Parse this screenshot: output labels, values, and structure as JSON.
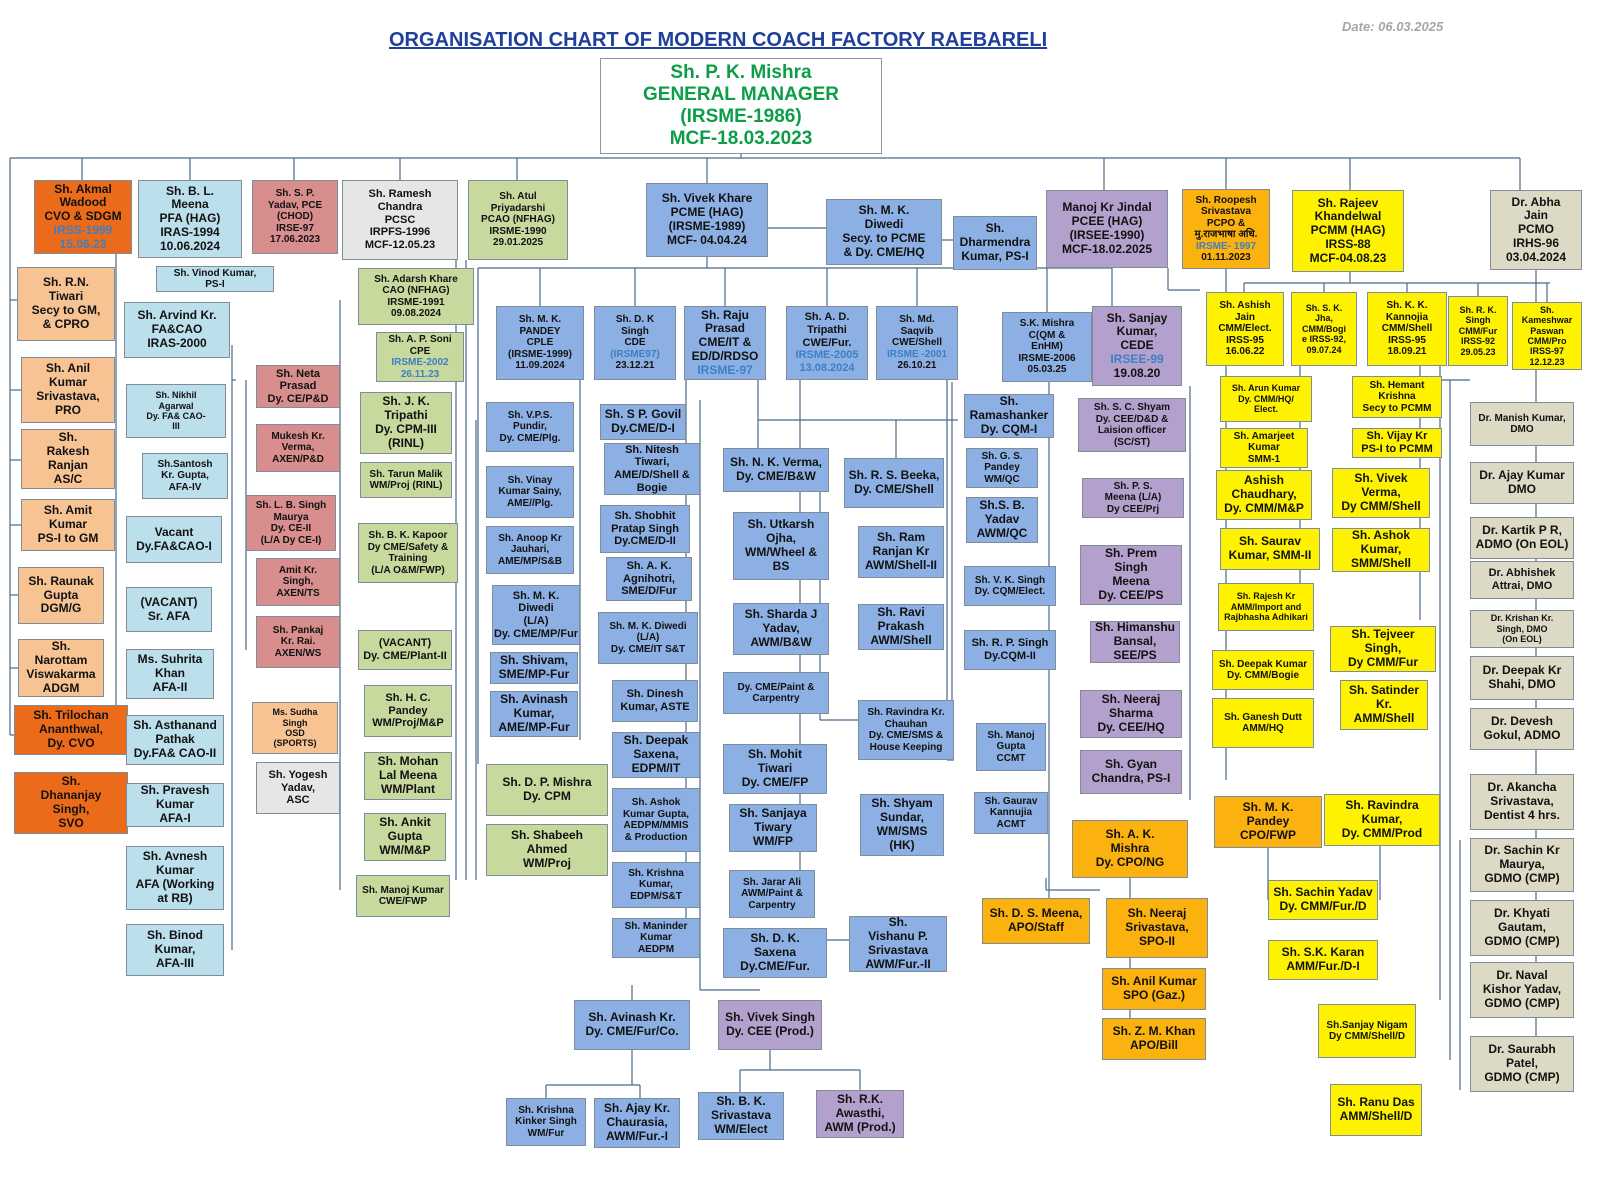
{
  "title": "ORGANISATION CHART OF MODERN COACH FACTORY RAEBARELI",
  "date": "Date: 06.03.2025",
  "nodes": {
    "gm": [
      "Sh.  P. K. Mishra",
      "GENERAL MANAGER",
      "(IRSME-1986)",
      "MCF-18.03.2023"
    ],
    "cvo": [
      "Sh. Akmal",
      "Wadood",
      "CVO  & SDGM",
      "IRSS-1999",
      "15.06.23"
    ],
    "rn_tiwari": [
      "Sh. R.N.",
      "Tiwari",
      "Secy to GM,",
      "& CPRO"
    ],
    "anil_srivastava": [
      "Sh. Anil",
      "Kumar",
      "Srivastava,",
      "PRO"
    ],
    "rakesh_ranjan": [
      "Sh.",
      "Rakesh",
      "Ranjan",
      "AS/C"
    ],
    "amit_kumar": [
      "Sh. Amit",
      "Kumar",
      "PS-I to GM"
    ],
    "raunak_gupta": [
      "Sh. Raunak",
      "Gupta",
      "DGM/G"
    ],
    "narottam": [
      "Sh.",
      "Narottam",
      "Viswakarma",
      "ADGM"
    ],
    "trilochan": [
      "Sh. Trilochan",
      "Ananthwal,",
      "Dy. CVO"
    ],
    "dhananjay": [
      "Sh.",
      "Dhananjay",
      "Singh,",
      "SVO"
    ],
    "bl_meena": [
      "Sh. B. L.",
      "Meena",
      "PFA (HAG)",
      "IRAS-1994",
      "10.06.2024"
    ],
    "vinod_kumar": [
      "Sh. Vinod Kumar,",
      "PS-I"
    ],
    "arvind": [
      "Sh. Arvind Kr.",
      "FA&CAO",
      "IRAS-2000"
    ],
    "nikhil": [
      "Sh. Nikhil",
      "Agarwal",
      "Dy. FA& CAO-",
      "III"
    ],
    "santosh": [
      "Sh.Santosh",
      "Kr. Gupta,",
      "AFA-IV"
    ],
    "vacant_fa1": [
      "Vacant",
      "Dy.FA&CAO-I"
    ],
    "vacant_afa": [
      "(VACANT)",
      "Sr. AFA"
    ],
    "suhrita": [
      "Ms. Suhrita",
      "Khan",
      "AFA-II"
    ],
    "asthanand": [
      "Sh. Asthanand",
      "Pathak",
      "Dy.FA& CAO-II"
    ],
    "pravesh": [
      "Sh. Pravesh",
      "Kumar",
      "AFA-I"
    ],
    "avnesh": [
      "Sh. Avnesh",
      "Kumar",
      "AFA (Working",
      "at RB)"
    ],
    "binod": [
      "Sh. Binod",
      "Kumar,",
      "AFA-III"
    ],
    "sp_yadav": [
      "Sh. S. P.",
      "Yadav, PCE",
      "(CHOD)",
      "IRSE-97",
      "17.06.2023"
    ],
    "neta_prasad": [
      "Sh. Neta",
      "Prasad",
      "Dy. CE/P&D"
    ],
    "mukesh_verma": [
      "Mukesh Kr.",
      "Verma,",
      "AXEN/P&D"
    ],
    "lb_maurya": [
      "Sh. L. B. Singh",
      "Maurya",
      "Dy. CE-II",
      "(L/A Dy CE-I)"
    ],
    "amit_singh": [
      "Amit Kr.",
      "Singh,",
      "AXEN/TS"
    ],
    "pankaj_rai": [
      "Sh. Pankaj",
      "Kr. Rai.",
      "AXEN/WS"
    ],
    "sudha_singh": [
      "Ms. Sudha",
      "Singh",
      "OSD",
      "(SPORTS)"
    ],
    "ramesh_chandra": [
      "Sh.  Ramesh",
      "Chandra",
      "PCSC",
      "IRPFS-1996",
      "MCF-12.05.23"
    ],
    "yogesh_yadav": [
      "Sh. Yogesh",
      "Yadav,",
      "ASC"
    ],
    "atul": [
      "Sh. Atul",
      "Priyadarshi",
      "PCAO (NFHAG)",
      "IRSME-1990",
      "29.01.2025"
    ],
    "adarsh_khare": [
      "Sh. Adarsh Khare",
      "CAO (NFHAG)",
      "IRSME-1991",
      "09.08.2024"
    ],
    "ap_soni": [
      "Sh. A. P. Soni",
      "CPE",
      "IRSME-2002",
      "26.11.23"
    ],
    "jk_tripathi": [
      "Sh. J. K.",
      "Tripathi",
      "Dy. CPM-III",
      "(RINL)"
    ],
    "tarun_malik": [
      "Sh. Tarun Malik",
      "WM/Proj (RINL)"
    ],
    "bk_kapoor": [
      "Sh. B. K. Kapoor",
      "Dy CME/Safety &",
      "Training",
      "(L/A O&M/FWP)"
    ],
    "vacant_plant": [
      "(VACANT)",
      "Dy. CME/Plant-II"
    ],
    "hc_pandey": [
      "Sh. H. C.",
      "Pandey",
      "WM/Proj/M&P"
    ],
    "mohan_meena": [
      "Sh.  Mohan",
      "Lal Meena",
      "WM/Plant"
    ],
    "ankit_gupta": [
      "Sh. Ankit",
      "Gupta",
      "WM/M&P"
    ],
    "manoj_fwp": [
      "Sh. Manoj Kumar",
      "CWE/FWP"
    ],
    "dp_mishra": [
      "Sh. D. P. Mishra",
      "Dy. CPM"
    ],
    "shabeeh": [
      "Sh. Shabeeh",
      "Ahmed",
      "WM/Proj"
    ],
    "vivek_khare": [
      "Sh. Vivek Khare",
      "PCME (HAG)",
      "(IRSME-1989)",
      "MCF- 04.04.24"
    ],
    "mk_diwedi_secy": [
      "Sh. M. K.",
      "Diwedi",
      "Secy. to PCME",
      "& Dy. CME/HQ"
    ],
    "dharmendra": [
      "Sh.",
      "Dharmendra",
      "Kumar, PS-I"
    ],
    "mk_pandey": [
      "Sh. M. K.",
      "PANDEY",
      "CPLE",
      "(IRSME-1999)",
      "11.09.2024"
    ],
    "dk_singh": [
      "Sh. D. K",
      "Singh",
      "CDE",
      "(IRSME97)",
      "23.12.21"
    ],
    "raju_prasad": [
      "Sh.  Raju",
      "Prasad",
      "CME/IT &",
      "ED/D/RDSO",
      "IRSME-97"
    ],
    "ad_tripathi": [
      "Sh. A. D.",
      "Tripathi",
      "CWE/Fur.",
      "IRSME-2005",
      "13.08.2024"
    ],
    "md_saqvib": [
      "Sh. Md.",
      "Saqvib",
      "CWE/Shell",
      "IRSME -2001",
      "26.10.21"
    ],
    "vps_pundir": [
      "Sh. V.P.S.",
      "Pundir,",
      "Dy. CME/Plg."
    ],
    "vinay_sainy": [
      "Sh. Vinay",
      "Kumar Sainy,",
      "AME//Plg."
    ],
    "anoop_jauhari": [
      "Sh. Anoop Kr",
      "Jauhari,",
      "AME/MP/S&B"
    ],
    "mk_diwedi_la": [
      "Sh. M. K.",
      "Diwedi",
      "(L/A)",
      "Dy. CME/MP/Fur"
    ],
    "shivam": [
      "Sh. Shivam,",
      "SME/MP-Fur"
    ],
    "avinash_ame": [
      "Sh. Avinash",
      "Kumar,",
      "AME/MP-Fur"
    ],
    "sp_govil": [
      "Sh. S P. Govil",
      "Dy.CME/D-I"
    ],
    "nitesh_tiwari": [
      "Sh.  Nitesh",
      "Tiwari,",
      "AME/D/Shell &",
      "Bogie"
    ],
    "shobhit": [
      "Sh. Shobhit",
      "Pratap Singh",
      "Dy.CME/D-II"
    ],
    "ak_agnihotri": [
      "Sh. A. K.",
      "Agnihotri,",
      "SME/D/Fur"
    ],
    "mk_diwedi_it": [
      "Sh. M. K. Diwedi",
      "(L/A)",
      "Dy. CME/IT  S&T"
    ],
    "dinesh": [
      "Sh. Dinesh",
      "Kumar, ASTE"
    ],
    "deepak_saxena": [
      "Sh. Deepak",
      "Saxena,",
      "EDPM/IT"
    ],
    "ashok_gupta": [
      "Sh. Ashok",
      "Kumar Gupta,",
      "AEDPM/MMIS",
      "& Production"
    ],
    "krishna_edpm": [
      "Sh. Krishna",
      "Kumar,",
      "EDPM/S&T"
    ],
    "maninder": [
      "Sh. Maninder",
      "Kumar",
      "AEDPM"
    ],
    "nk_verma": [
      "Sh. N. K. Verma,",
      "Dy. CME/B&W"
    ],
    "utkarsh": [
      "Sh. Utkarsh",
      "Ojha,",
      "WM/Wheel &",
      "BS"
    ],
    "sharda_yadav": [
      "Sh. Sharda J",
      "Yadav,",
      "AWM/B&W"
    ],
    "paint_carpentry": [
      "Dy. CME/Paint &",
      "Carpentry"
    ],
    "mohit_tiwari": [
      "Sh.  Mohit",
      "Tiwari",
      "Dy. CME/FP"
    ],
    "sanjaya_tiwary": [
      "Sh. Sanjaya",
      "Tiwary",
      "WM/FP"
    ],
    "jarar_ali": [
      "Sh. Jarar Ali",
      "AWM/Paint &",
      "Carpentry"
    ],
    "dk_saxena": [
      "Sh.  D. K.",
      "Saxena",
      "Dy.CME/Fur."
    ],
    "vishanu": [
      "Sh.",
      "Vishanu P.",
      "Srivastava",
      "AWM/Fur.-II"
    ],
    "avinash_cme": [
      "Sh. Avinash Kr.",
      "Dy. CME/Fur/Co."
    ],
    "krishna_kinker": [
      "Sh. Krishna",
      "Kinker Singh",
      "WM/Fur"
    ],
    "ajay_chaurasia": [
      "Sh. Ajay Kr.",
      "Chaurasia,",
      "AWM/Fur.-I"
    ],
    "vivek_singh": [
      "Sh. Vivek Singh",
      "Dy. CEE (Prod.)"
    ],
    "bk_srivastava": [
      "Sh. B. K.",
      "Srivastava",
      "WM/Elect"
    ],
    "rk_awasthi": [
      "Sh. R.K.",
      "Awasthi,",
      "AWM (Prod.)"
    ],
    "rs_beeka": [
      "Sh. R. S. Beeka,",
      "Dy. CME/Shell"
    ],
    "ram_ranjan": [
      "Sh. Ram",
      "Ranjan Kr",
      "AWM/Shell-II"
    ],
    "ravi_prakash": [
      "Sh. Ravi",
      "Prakash",
      "AWM/Shell"
    ],
    "ravindra_chauhan": [
      "Sh. Ravindra Kr.",
      "Chauhan",
      "Dy. CME/SMS &",
      "House Keeping"
    ],
    "shyam_sundar": [
      "Sh. Shyam",
      "Sundar,",
      "WM/SMS",
      "(HK)"
    ],
    "sk_mishra": [
      "S.K. Mishra",
      "C(QM &",
      "EnHM)",
      "IRSME-2006",
      "05.03.25"
    ],
    "ramashanker": [
      "Sh.",
      "Ramashanker",
      "Dy. CQM-I"
    ],
    "gs_pandey": [
      "Sh. G. S.",
      "Pandey",
      "WM/QC"
    ],
    "sb_yadav": [
      "Sh.S. B.",
      "Yadav",
      "AWM/QC"
    ],
    "vk_singh": [
      "Sh. V. K. Singh",
      "Dy. CQM/Elect."
    ],
    "rp_singh": [
      "Sh. R. P. Singh",
      "Dy.CQM-II"
    ],
    "manoj_gupta": [
      "Sh. Manoj",
      "Gupta",
      "CCMT"
    ],
    "gaurav": [
      "Sh. Gaurav",
      "Kannujia",
      "ACMT"
    ],
    "manoj_jindal": [
      "Manoj Kr Jindal",
      "PCEE (HAG)",
      "(IRSEE-1990)",
      "MCF-18.02.2025"
    ],
    "sanjay_kumar": [
      "Sh. Sanjay",
      "Kumar,",
      "CEDE",
      "IRSEE-99",
      "19.08.20"
    ],
    "sc_shyam": [
      "Sh. S. C. Shyam",
      "Dy. CEE/D&D &",
      "Laision officer",
      "(SC/ST)"
    ],
    "ps_meena": [
      "Sh. P. S.",
      "Meena  (L/A)",
      "Dy CEE/Prj"
    ],
    "prem_meena": [
      "Sh. Prem",
      "Singh",
      "Meena",
      "Dy. CEE/PS"
    ],
    "himanshu": [
      "Sh. Himanshu",
      "Bansal,",
      "SEE/PS"
    ],
    "neeraj_sharma": [
      "Sh. Neeraj",
      "Sharma",
      "Dy. CEE/HQ"
    ],
    "gyan_chandra": [
      "Sh. Gyan",
      "Chandra, PS-I"
    ],
    "roopesh": [
      "Sh. Roopesh",
      "Srivastava",
      "PCPO  &",
      "मु.राजभाषा अधि.",
      "IRSME- 1997",
      "01.11.2023"
    ],
    "ak_mishra": [
      "Sh.  A. K.",
      "Mishra",
      "Dy. CPO/NG"
    ],
    "mk_pandey_cpo": [
      "Sh.  M. K.",
      "Pandey",
      "CPO/FWP"
    ],
    "ds_meena": [
      "Sh. D. S. Meena,",
      "APO/Staff"
    ],
    "neeraj_srivastava": [
      "Sh. Neeraj",
      "Srivastava,",
      "SPO-II"
    ],
    "anil_spo": [
      "Sh. Anil Kumar",
      "SPO (Gaz.)"
    ],
    "zm_khan": [
      "Sh. Z. M. Khan",
      "APO/Bill"
    ],
    "rajeev": [
      "Sh. Rajeev",
      "Khandelwal",
      "PCMM (HAG)",
      "IRSS-88",
      "MCF-04.08.23"
    ],
    "ashish_jain": [
      "Sh. Ashish",
      "Jain",
      "CMM/Elect.",
      "IRSS-95",
      "16.06.22"
    ],
    "sk_jha": [
      "Sh. S. K.",
      "Jha,",
      "CMM/Bogi",
      "e IRSS-92,",
      "09.07.24"
    ],
    "kk_kannojia": [
      "Sh. K. K.",
      "Kannojia",
      "CMM/Shell",
      "IRSS-95",
      "18.09.21"
    ],
    "rk_singh": [
      "Sh. R. K.",
      "Singh",
      "CMM/Fur",
      "IRSS-92",
      "29.05.23"
    ],
    "kameshwar": [
      "Sh.",
      "Kameshwar",
      "Paswan",
      "CMM/Pro",
      "IRSS-97",
      "12.12.23"
    ],
    "arun_kumar": [
      "Sh. Arun Kumar",
      "Dy. CMM/HQ/",
      "Elect."
    ],
    "amarjeet": [
      "Sh. Amarjeet",
      "Kumar",
      "SMM-1"
    ],
    "ashish_chaudhary": [
      "Ashish",
      "Chaudhary,",
      "Dy. CMM/M&P"
    ],
    "saurav": [
      "Sh. Saurav",
      "Kumar, SMM-II"
    ],
    "rajesh": [
      "Sh. Rajesh Kr",
      "AMM/Import and",
      "Rajbhasha Adhikari"
    ],
    "hemant": [
      "Sh. Hemant",
      "Krishna",
      "Secy to PCMM"
    ],
    "vijay": [
      "Sh. Vijay Kr",
      "PS-I to PCMM"
    ],
    "vivek_verma": [
      "Sh. Vivek",
      "Verma,",
      "Dy CMM/Shell"
    ],
    "ashok_kumar": [
      "Sh. Ashok",
      "Kumar,",
      "SMM/Shell"
    ],
    "deepak_kumar": [
      "Sh. Deepak Kumar",
      "Dy. CMM/Bogie"
    ],
    "ganesh": [
      "Sh. Ganesh Dutt",
      "AMM/HQ"
    ],
    "tejveer": [
      "Sh. Tejveer",
      "Singh,",
      "Dy CMM/Fur"
    ],
    "satinder": [
      "Sh. Satinder",
      "Kr.",
      "AMM/Shell"
    ],
    "ravindra_kumar": [
      "Sh. Ravindra",
      "Kumar,",
      "Dy. CMM/Prod"
    ],
    "sachin_yadav": [
      "Sh. Sachin Yadav",
      "Dy. CMM/Fur./D"
    ],
    "sk_karan": [
      "Sh. S.K. Karan",
      "AMM/Fur./D-I"
    ],
    "sanjay_nigam": [
      "Sh.Sanjay Nigam",
      "Dy CMM/Shell/D"
    ],
    "ranu_das": [
      "Sh. Ranu Das",
      "AMM/Shell/D"
    ],
    "abha_jain": [
      "Dr.  Abha",
      "Jain",
      "PCMO",
      "IRHS-96",
      "03.04.2024"
    ],
    "manish": [
      "Dr. Manish Kumar,",
      "DMO"
    ],
    "ajay_dmo": [
      "Dr. Ajay Kumar",
      "DMO"
    ],
    "kartik": [
      "Dr.  Kartik P R,",
      "ADMO (On EOL)"
    ],
    "abhishek": [
      "Dr. Abhishek",
      "Attrai, DMO"
    ],
    "krishan": [
      "Dr. Krishan Kr.",
      "Singh, DMO",
      "(On EOL)"
    ],
    "deepak_shahi": [
      "Dr. Deepak Kr",
      "Shahi, DMO"
    ],
    "devesh": [
      "Dr. Devesh",
      "Gokul, ADMO"
    ],
    "akancha": [
      "Dr. Akancha",
      "Srivastava,",
      "Dentist 4 hrs."
    ],
    "sachin_maurya": [
      "Dr. Sachin Kr",
      "Maurya,",
      "GDMO (CMP)"
    ],
    "khyati": [
      "Dr. Khyati",
      "Gautam,",
      "GDMO (CMP)"
    ],
    "naval": [
      "Dr. Naval",
      "Kishor Yadav,",
      "GDMO (CMP)"
    ],
    "saurabh": [
      "Dr. Saurabh",
      "Patel,",
      "GDMO (CMP)"
    ]
  }
}
